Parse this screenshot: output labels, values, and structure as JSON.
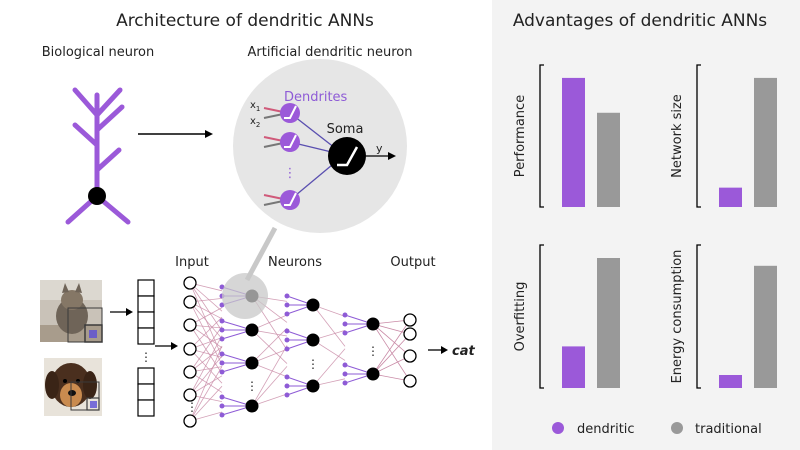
{
  "left": {
    "title": "Architecture of dendritic ANNs",
    "bio_label": "Biological neuron",
    "art_label": "Artificial dendritic neuron",
    "dendrites_label": "Dendrites",
    "soma_label": "Soma",
    "x1_label": "x",
    "x1_sub": "1",
    "x2_label": "x",
    "x2_sub": "2",
    "y_label": "y",
    "input_label": "Input",
    "neurons_label": "Neurons",
    "output_label": "Output",
    "cat_label": "cat",
    "ellipsis": "⋮"
  },
  "right": {
    "title": "Advantages of dendritic ANNs",
    "legend": {
      "dendritic": "dendritic",
      "traditional": "traditional"
    }
  },
  "colors": {
    "dendritic": "#9b59d9",
    "traditional": "#999999",
    "purple": "#8e5bd6",
    "pink": "#c98aa6",
    "circle": "#e6e6e6"
  },
  "chart_data": [
    {
      "type": "bar",
      "ylabel": "Performance",
      "categories": [
        "dendritic",
        "traditional"
      ],
      "values": [
        1.0,
        0.73
      ],
      "ylim": [
        0,
        1.1
      ]
    },
    {
      "type": "bar",
      "ylabel": "Network size",
      "categories": [
        "dendritic",
        "traditional"
      ],
      "values": [
        0.15,
        1.0
      ],
      "ylim": [
        0,
        1.1
      ]
    },
    {
      "type": "bar",
      "ylabel": "Overfitting",
      "categories": [
        "dendritic",
        "traditional"
      ],
      "values": [
        0.32,
        1.0
      ],
      "ylim": [
        0,
        1.1
      ]
    },
    {
      "type": "bar",
      "ylabel": "Energy consumption",
      "categories": [
        "dendritic",
        "traditional"
      ],
      "values": [
        0.1,
        0.94
      ],
      "ylim": [
        0,
        1.1
      ]
    }
  ]
}
